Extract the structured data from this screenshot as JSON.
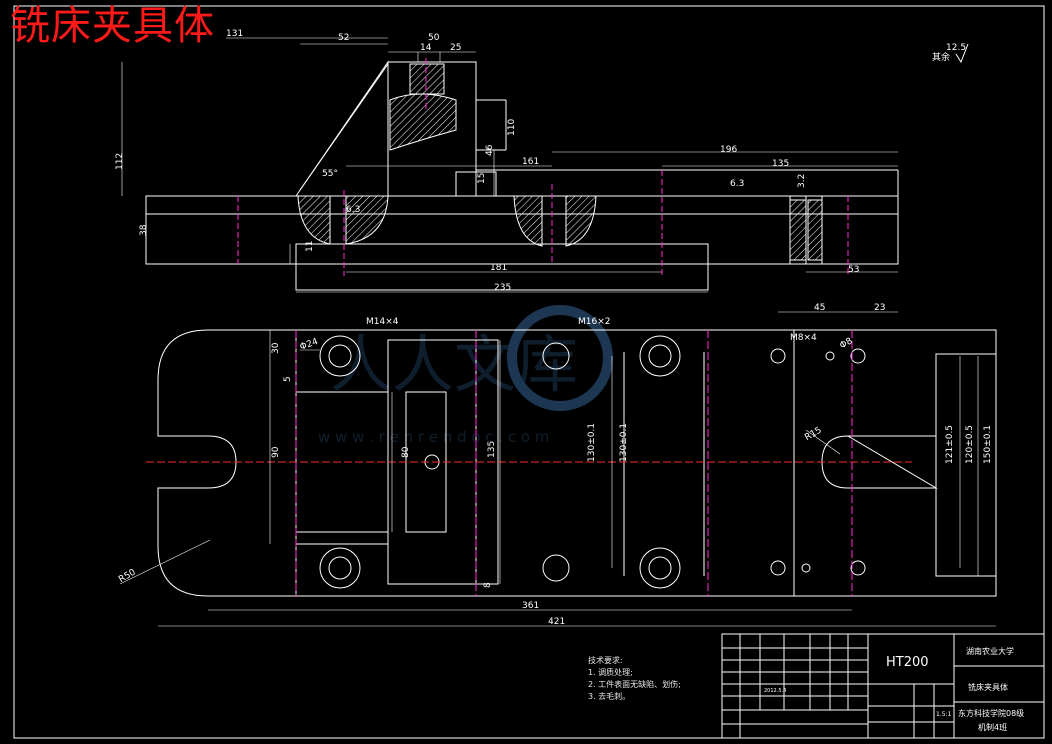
{
  "title": "铣床夹具体",
  "surface_finish": {
    "label": "其余",
    "value": "12.5"
  },
  "watermark": {
    "text": "人人文库",
    "url": "w w w . r e n r e n d o c . c o m"
  },
  "tech_notes": {
    "heading": "技术要求:",
    "items": [
      "1. 调质处理;",
      "2. 工件表面无缺陷、划伤;",
      "3. 去毛刺。"
    ]
  },
  "title_block": {
    "material": "HT200",
    "school": "湖南农业大学",
    "part_name": "铣床夹具体",
    "org_line1": "东方科技学院08级",
    "org_line2": "机制4班",
    "scale": "1.5:1",
    "date": "2012.5.4"
  },
  "dims_top": {
    "d131": "131",
    "d52": "52",
    "d50": "50",
    "d14": "14",
    "d25": "25",
    "d112": "112",
    "d110": "110",
    "d46": "46",
    "d15": "15",
    "d161": "161",
    "d196": "196",
    "d135": "135",
    "d38": "38",
    "d11": "11",
    "d181": "181",
    "d235": "235",
    "d53": "53",
    "r63": "6.3",
    "r32": "3.2",
    "a55": "55°"
  },
  "dims_plan": {
    "m14": "M14×4",
    "m16": "M16×2",
    "m8": "M8×4",
    "phi24": "Φ24",
    "phi8": "Φ8",
    "r15": "R15",
    "r50": "R50",
    "d45": "45",
    "d23": "23",
    "d30": "30",
    "d5": "5",
    "d90": "90",
    "d80": "80",
    "d135v": "135",
    "d130a": "130±0.1",
    "d130b": "130±0.1",
    "d121": "121±0.5",
    "d120": "120±0.5",
    "d150": "150±0.1",
    "d8": "8",
    "d361": "361",
    "d421": "421"
  }
}
